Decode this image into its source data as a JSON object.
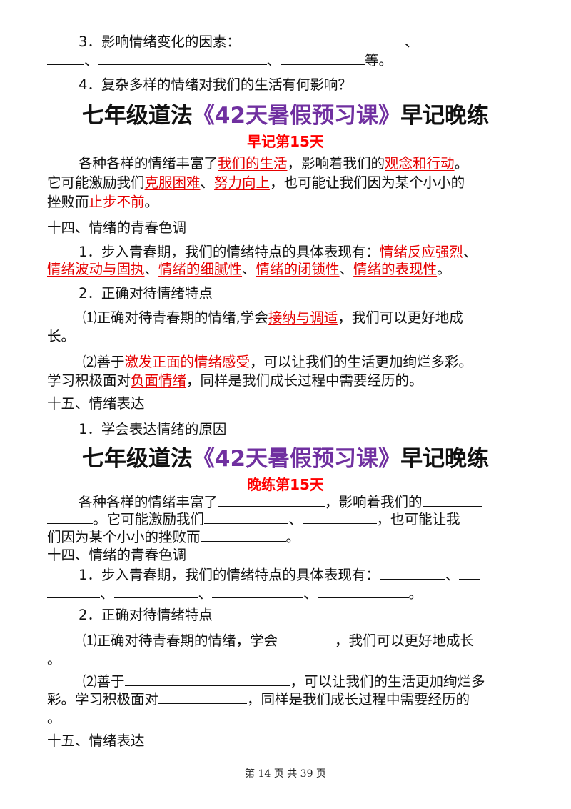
{
  "top": {
    "q3_prefix": "3．影响情绪变化的因素：",
    "sep": "、",
    "q3_end": "等。",
    "q4": "4．复杂多样的情绪对我们的生活有何影响？"
  },
  "morning": {
    "title_a": "七年级道法",
    "title_b": "《42天暑假预习课》",
    "title_c": "早记晚练",
    "subtitle": "早记第15天",
    "p1": {
      "t1": "各种各样的情绪丰富了",
      "a1": "我们的生活",
      "t2": "，影响着我们的",
      "a2": "观念和行动",
      "t3": "。",
      "t4": "它可能激励我们",
      "a3": "克服困难",
      "t5": "、",
      "a4": "努力向上",
      "t6": "，也可能让我们因为某个小小的",
      "t7": "挫败而",
      "a5": "止步不前",
      "t8": "。"
    },
    "h14": "十四、情绪的青春色调",
    "s1": {
      "t1": "1．步入青春期，我们的情绪特点的具体表现有：",
      "a1": "情绪反应强烈",
      "sep": "、",
      "a2": "情绪波动与固执",
      "a3": "情绪的细腻性",
      "a4": "情绪的闭锁性",
      "a5": "情绪的表现性",
      "end": "。"
    },
    "s2": "2．正确对待情绪特点",
    "s2a": {
      "t1": "⑴正确对待青春期的情绪,学会",
      "a1": "接纳与调适",
      "t2": "，我们可以更好地成",
      "t3": "长。"
    },
    "s2b": {
      "t1": "⑵善于",
      "a1": "激发正面的情绪感受",
      "t2": "，可以让我们的生活更加绚烂多彩。",
      "t3": "学习积极面对",
      "a2": "负面情绪",
      "t4": "，同样是我们成长过程中需要经历的。"
    },
    "h15": "十五、情绪表达",
    "s15_1": "1．学会表达情绪的原因"
  },
  "evening": {
    "title_a": "七年级道法",
    "title_b": "《42天暑假预习课》",
    "title_c": "早记晚练",
    "subtitle": "晚练第15天",
    "p1": {
      "t1": "各种各样的情绪丰富了",
      "t2": "，影响着我们的",
      "t3": "。它可能激励我们",
      "t4": "、",
      "t5": "，也可能让我",
      "t6": "们因为某个小小的挫败而",
      "t7": "。"
    },
    "h14": "十四、情绪的青春色调",
    "s1": {
      "t1": "1．步入青春期，我们的情绪特点的具体表现有：",
      "sep": "、",
      "end": "。"
    },
    "s2": "2．正确对待情绪特点",
    "s2a": {
      "t1": "⑴正确对待青春期的情绪，学会",
      "t2": "，我们可以更好地成长",
      "t3": "。"
    },
    "s2b": {
      "t1": "⑵善于",
      "t2": "，可以让我们的生活更加绚烂多",
      "t3": "彩。学习积极面对",
      "t4": "，同样是我们成长过程中需要经历的",
      "t5": "。"
    },
    "h15": "十五、情绪表达"
  },
  "footer": "第 14 页 共 39 页",
  "colors": {
    "answer": "#e60000",
    "title_accent": "#7030a0",
    "subtitle": "#ff0000"
  }
}
